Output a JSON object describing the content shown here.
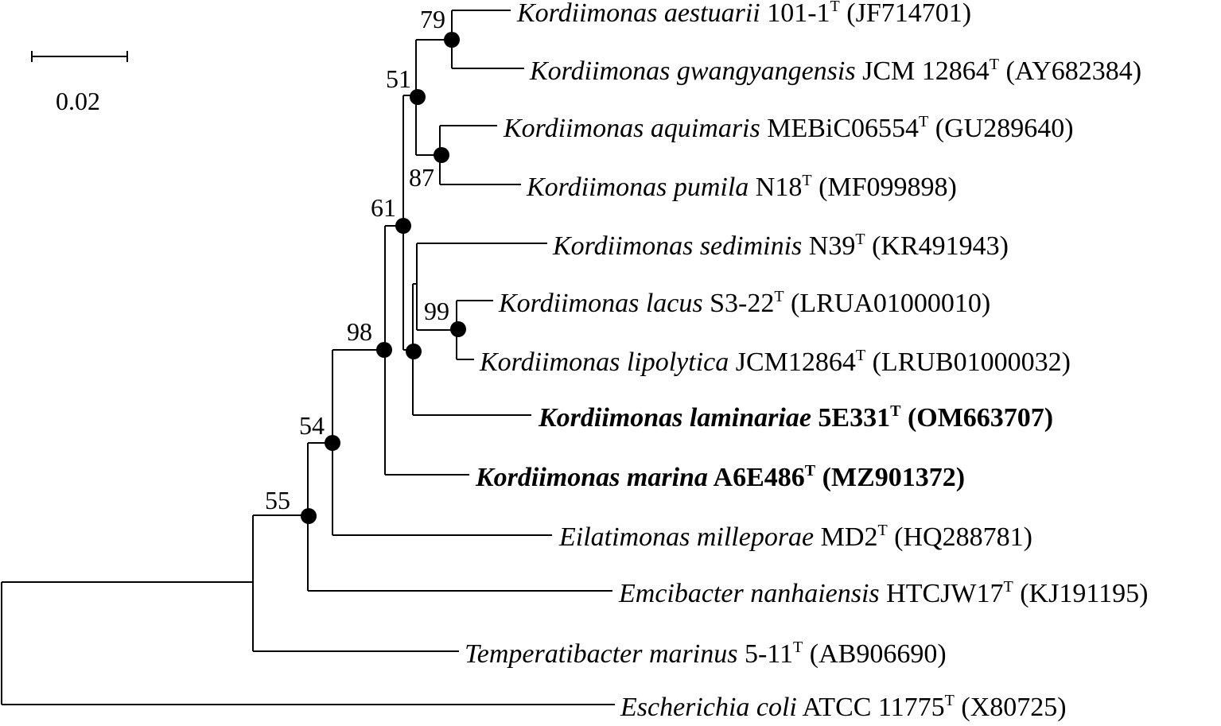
{
  "scale_bar": {
    "label": "0.02"
  },
  "taxa": [
    {
      "genus_species": "Kordiimonas aestuarii",
      "strain": "101-1",
      "sup": "T",
      "accession": "(JF714701)",
      "bold": false
    },
    {
      "genus_species": "Kordiimonas gwangyangensis",
      "strain": "JCM 12864",
      "sup": "T",
      "accession": "(AY682384)",
      "bold": false
    },
    {
      "genus_species": "Kordiimonas aquimaris",
      "strain": "MEBiC06554",
      "sup": "T",
      "accession": "(GU289640)",
      "bold": false
    },
    {
      "genus_species": "Kordiimonas pumila",
      "strain": "N18",
      "sup": "T",
      "accession": "(MF099898)",
      "bold": false
    },
    {
      "genus_species": "Kordiimonas sediminis",
      "strain": "N39",
      "sup": "T",
      "accession": "(KR491943)",
      "bold": false
    },
    {
      "genus_species": "Kordiimonas lacus",
      "strain": "S3-22",
      "sup": "T",
      "accession": "(LRUA01000010)",
      "bold": false
    },
    {
      "genus_species": "Kordiimonas lipolytica",
      "strain": "JCM12864",
      "sup": "T",
      "accession": "(LRUB01000032)",
      "bold": false
    },
    {
      "genus_species": "Kordiimonas laminariae",
      "strain": "5E331",
      "sup": "T",
      "accession": "(OM663707)",
      "bold": true
    },
    {
      "genus_species": "Kordiimonas marina",
      "strain": "A6E486",
      "sup": "T",
      "accession": "(MZ901372)",
      "bold": true
    },
    {
      "genus_species": "Eilatimonas milleporae",
      "strain": "MD2",
      "sup": "T",
      "accession": "(HQ288781)",
      "bold": false
    },
    {
      "genus_species": "Emcibacter nanhaiensis",
      "strain": "HTCJW17",
      "sup": "T",
      "accession": "(KJ191195)",
      "bold": false
    },
    {
      "genus_species": "Temperatibacter marinus",
      "strain": "5-11",
      "sup": "T",
      "accession": "(AB906690)",
      "bold": false
    },
    {
      "genus_species": "Escherichia coli",
      "strain": "ATCC 11775",
      "sup": "T",
      "accession": "(X80725)",
      "bold": false
    }
  ],
  "bootstrap": [
    "79",
    "51",
    "87",
    "61",
    "99",
    "98",
    "54",
    "55"
  ]
}
